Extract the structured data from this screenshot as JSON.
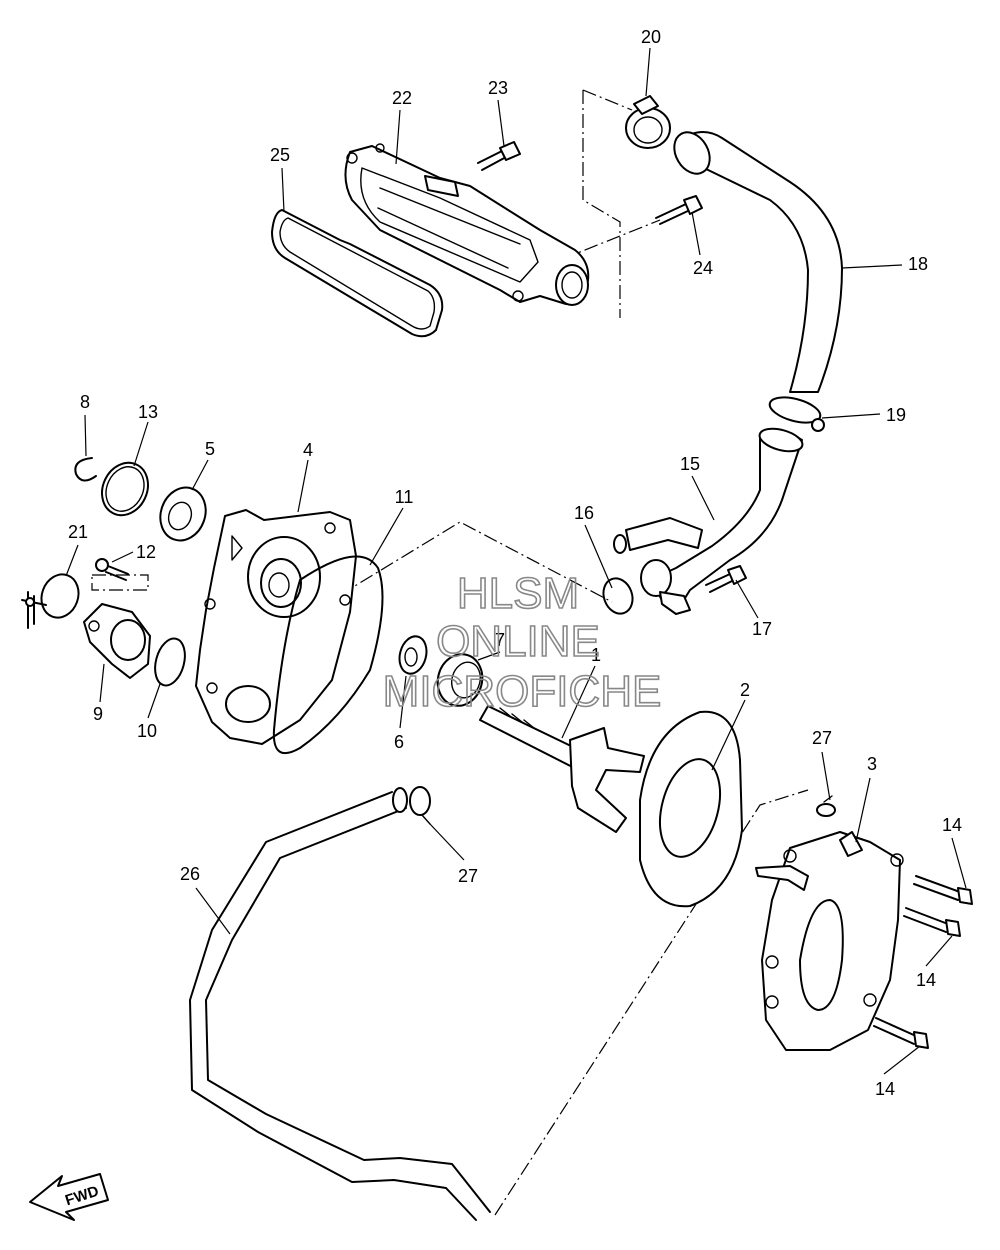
{
  "watermark": {
    "line1": "HLSM",
    "line2": "ONLINE",
    "line3": "MICROFICHE"
  },
  "direction_label": "FWD",
  "callouts": {
    "c1": "1",
    "c2": "2",
    "c3": "3",
    "c4": "4",
    "c5": "5",
    "c6": "6",
    "c7": "7",
    "c8": "8",
    "c9": "9",
    "c10": "10",
    "c11": "11",
    "c12": "12",
    "c13": "13",
    "c14a": "14",
    "c14b": "14",
    "c14c": "14",
    "c15": "15",
    "c16": "16",
    "c17": "17",
    "c18": "18",
    "c19": "19",
    "c20": "20",
    "c21": "21",
    "c22": "22",
    "c23": "23",
    "c24": "24",
    "c25": "25",
    "c26": "26",
    "c27a": "27",
    "c27b": "27"
  }
}
